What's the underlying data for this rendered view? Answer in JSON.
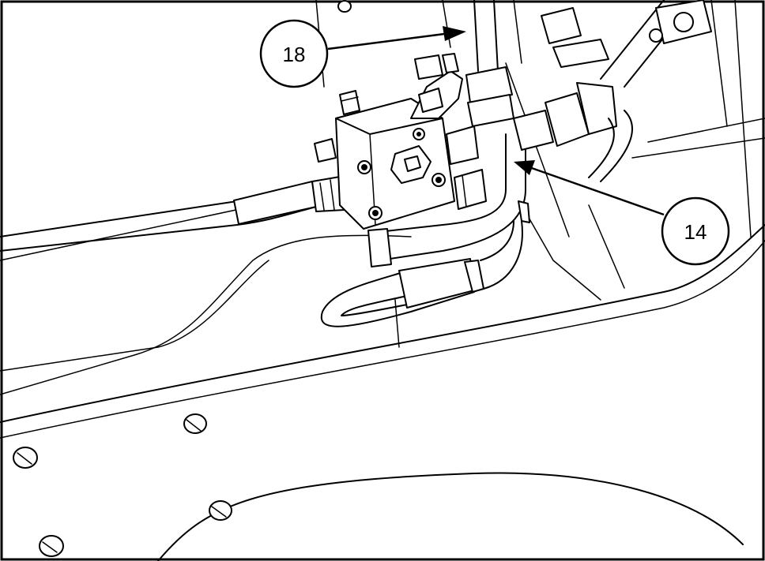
{
  "callouts": [
    {
      "id": "callout-18",
      "label": "18"
    },
    {
      "id": "callout-14",
      "label": "14"
    }
  ]
}
